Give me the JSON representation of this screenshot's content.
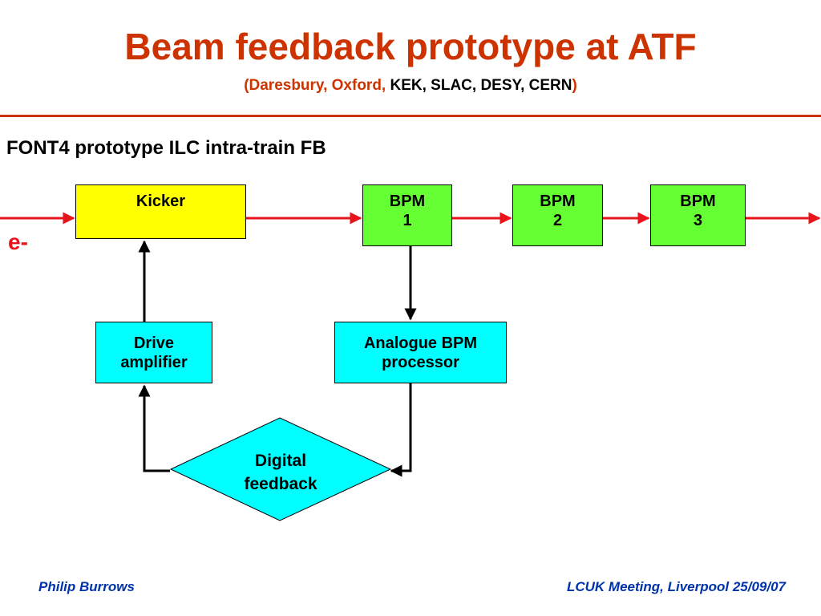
{
  "slide": {
    "title": "Beam feedback prototype at ATF",
    "subtitle_red_part": "(Daresbury, Oxford,",
    "subtitle_black_part": " KEK, SLAC, DESY, CERN",
    "subtitle_close_paren": ")",
    "section_heading": "FONT4 prototype ILC intra-train FB"
  },
  "diagram": {
    "beam_label": "e-",
    "nodes": {
      "kicker": {
        "label": "Kicker",
        "color": "#ffff00"
      },
      "bpm1": {
        "line1": "BPM",
        "line2": "1",
        "color": "#66ff33"
      },
      "bpm2": {
        "line1": "BPM",
        "line2": "2",
        "color": "#66ff33"
      },
      "bpm3": {
        "line1": "BPM",
        "line2": "3",
        "color": "#66ff33"
      },
      "drive_amplifier": {
        "line1": "Drive",
        "line2": "amplifier",
        "color": "#00ffff"
      },
      "analogue_processor": {
        "line1": "Analogue BPM",
        "line2": "processor",
        "color": "#00ffff"
      },
      "digital_feedback": {
        "line1": "Digital",
        "line2": "feedback",
        "color": "#00ffff"
      }
    },
    "colors": {
      "beam_line": "#e8131b",
      "signal_line": "#000000",
      "accent": "#cc3300"
    }
  },
  "footer": {
    "left": "Philip Burrows",
    "right": "LCUK Meeting, Liverpool 25/09/07",
    "color": "#0033aa"
  }
}
